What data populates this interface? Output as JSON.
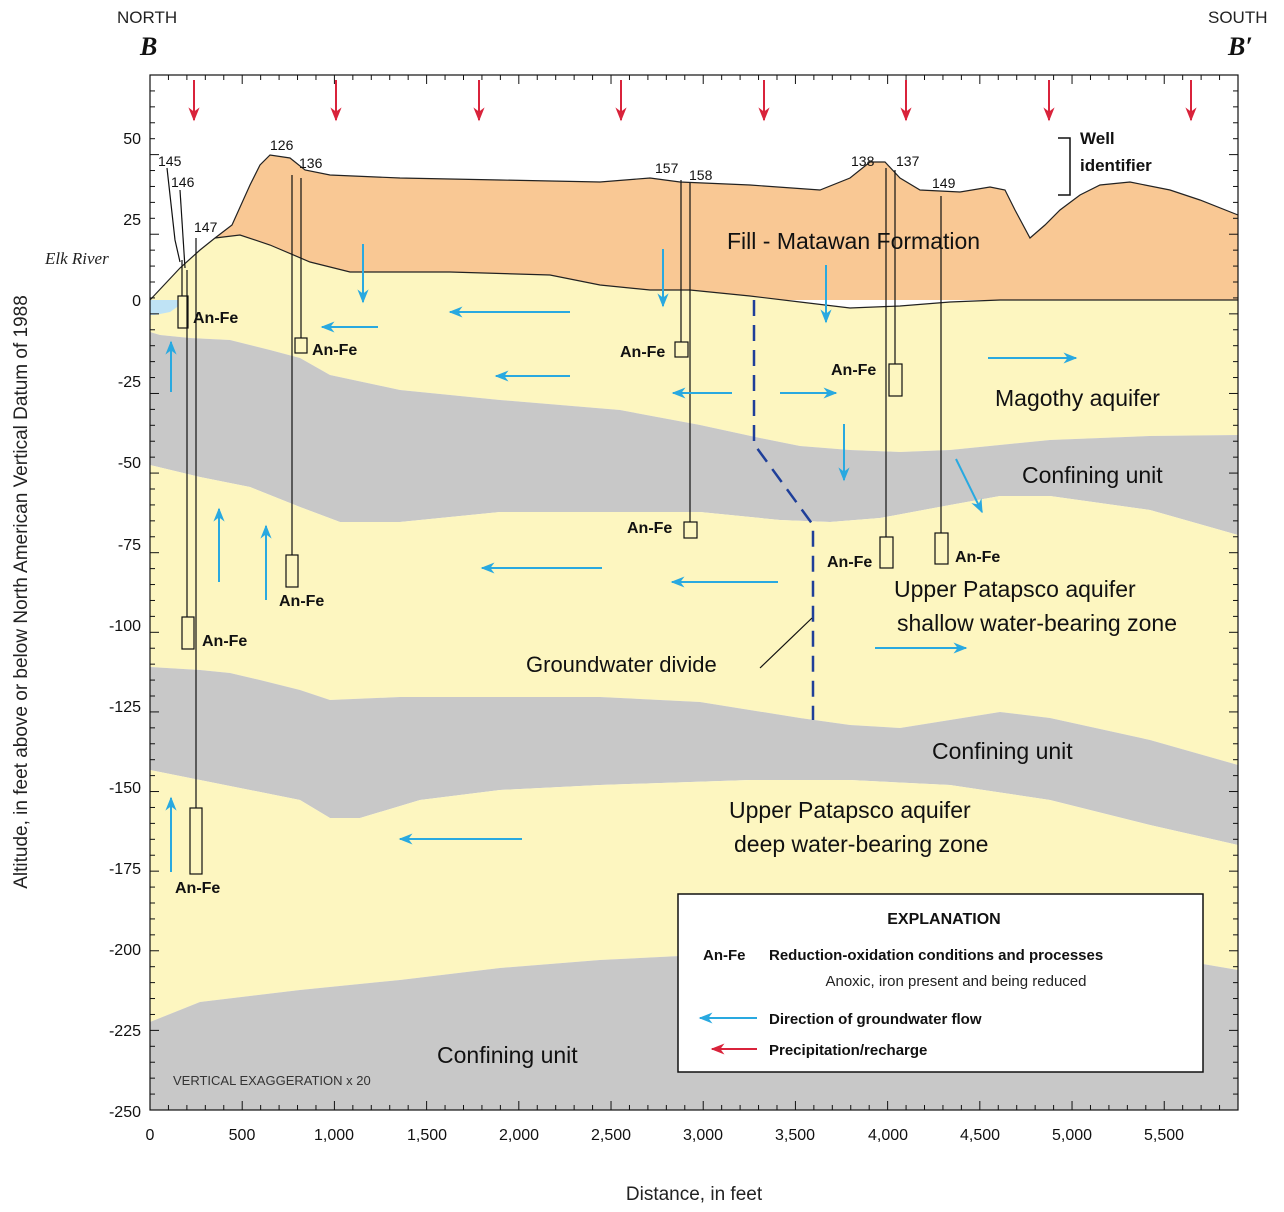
{
  "header": {
    "north_label": "NORTH",
    "south_label": "SOUTH",
    "start_label": "B",
    "end_label": "B′"
  },
  "axes": {
    "y_title": "Altitude, in feet above or below North American Vertical Datum of 1988",
    "x_title": "Distance, in feet",
    "y_ticks": [
      "50",
      "25",
      "0",
      "-25",
      "-50",
      "-75",
      "-100",
      "-125",
      "-150",
      "-175",
      "-200",
      "-225",
      "-250"
    ],
    "x_ticks": [
      "0",
      "500",
      "1,000",
      "1,500",
      "2,000",
      "2,500",
      "3,000",
      "3,500",
      "4,000",
      "4,500",
      "5,000",
      "5,500"
    ],
    "y_range": [
      -250,
      75
    ],
    "x_range": [
      0,
      5900
    ]
  },
  "units": {
    "fill": "Fill - Matawan Formation",
    "magothy": "Magothy aquifer",
    "confining_1": "Confining unit",
    "upper_shallow_1": "Upper Patapsco aquifer",
    "upper_shallow_2": "shallow water-bearing zone",
    "confining_2": "Confining unit",
    "upper_deep_1": "Upper Patapsco aquifer",
    "upper_deep_2": "deep water-bearing zone",
    "confining_3": "Confining unit"
  },
  "annotations": {
    "elk_river": "Elk River",
    "groundwater_divide": "Groundwater divide",
    "well_identifier_1": "Well",
    "well_identifier_2": "identifier",
    "vertical_exaggeration": "VERTICAL EXAGGERATION x 20"
  },
  "wells": [
    {
      "id": "145",
      "redox": "An-Fe"
    },
    {
      "id": "146",
      "redox": "An-Fe"
    },
    {
      "id": "147",
      "redox": "An-Fe"
    },
    {
      "id": "126",
      "redox": "An-Fe"
    },
    {
      "id": "136",
      "redox": "An-Fe"
    },
    {
      "id": "157",
      "redox": "An-Fe"
    },
    {
      "id": "158",
      "redox": "An-Fe"
    },
    {
      "id": "138",
      "redox": "An-Fe"
    },
    {
      "id": "137",
      "redox": "An-Fe"
    },
    {
      "id": "149",
      "redox": "An-Fe"
    }
  ],
  "explanation": {
    "title": "EXPLANATION",
    "code": "An-Fe",
    "redox_heading": "Reduction-oxidation conditions and processes",
    "redox_desc": "Anoxic, iron present and being reduced",
    "flow_label": "Direction of groundwater flow",
    "recharge_label": "Precipitation/recharge"
  },
  "colors": {
    "fill_formation": "#f9c894",
    "aquifer": "#fdf6c0",
    "confining": "#c8c8c8",
    "river": "#bfe3f5",
    "flow_arrow": "#29a9e0",
    "recharge_arrow": "#d9233b",
    "divide_line": "#1f3f99"
  }
}
